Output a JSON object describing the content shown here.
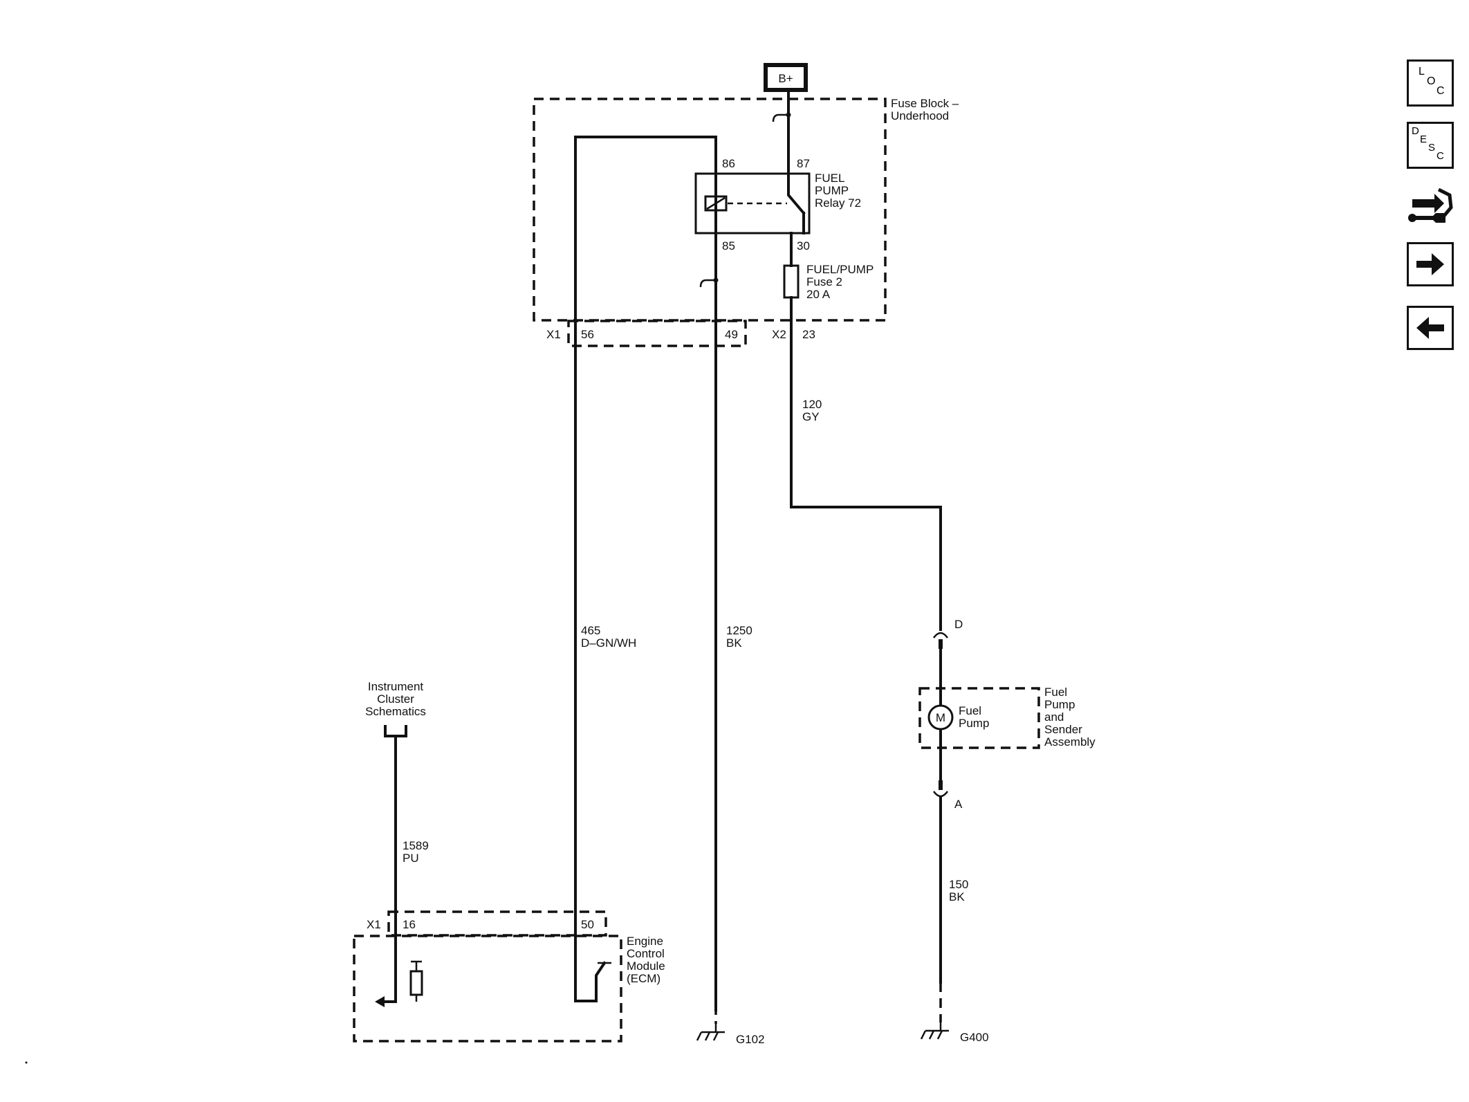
{
  "power": {
    "source_label": "B+"
  },
  "fuse_block": {
    "title_line1": "Fuse Block –",
    "title_line2": "Underhood"
  },
  "relay": {
    "label_line1": "FUEL",
    "label_line2": "PUMP",
    "label_line3": "Relay 72",
    "pin_86": "86",
    "pin_87": "87",
    "pin_85": "85",
    "pin_30": "30"
  },
  "fuse": {
    "label_line1": "FUEL/PUMP",
    "label_line2": "Fuse 2",
    "label_line3": "20 A"
  },
  "connectors": {
    "fb_x1": "X1",
    "fb_x1_pin56": "56",
    "fb_x1_pin49": "49",
    "fb_x2": "X2",
    "fb_x2_pin23": "23",
    "ecm_x1": "X1",
    "ecm_pin16": "16",
    "ecm_pin50": "50",
    "pump_d": "D",
    "pump_a": "A"
  },
  "wires": {
    "w120_num": "120",
    "w120_color": "GY",
    "w465_num": "465",
    "w465_color": "D–GN/WH",
    "w1250_num": "1250",
    "w1250_color": "BK",
    "w1589_num": "1589",
    "w1589_color": "PU",
    "w150_num": "150",
    "w150_color": "BK"
  },
  "instrument_cluster": {
    "line1": "Instrument",
    "line2": "Cluster",
    "line3": "Schematics"
  },
  "ecm": {
    "line1": "Engine",
    "line2": "Control",
    "line3": "Module",
    "line4": "(ECM)"
  },
  "fuel_pump": {
    "motor_symbol": "M",
    "label_line1": "Fuel",
    "label_line2": "Pump",
    "assembly_line1": "Fuel",
    "assembly_line2": "Pump",
    "assembly_line3": "and",
    "assembly_line4": "Sender",
    "assembly_line5": "Assembly"
  },
  "grounds": {
    "g102": "G102",
    "g400": "G400"
  },
  "nav_buttons": [
    {
      "name": "loc-button",
      "icon": "loc-icon"
    },
    {
      "name": "desc-button",
      "icon": "desc-icon"
    },
    {
      "name": "connector-tool-button",
      "icon": "connector-wrench-icon"
    },
    {
      "name": "next-button",
      "icon": "arrow-right-icon"
    },
    {
      "name": "previous-button",
      "icon": "arrow-left-icon"
    }
  ],
  "nav_text": {
    "loc_l": "L",
    "loc_o": "O",
    "loc_c": "C",
    "desc_d": "D",
    "desc_e": "E",
    "desc_s": "S",
    "desc_c": "C"
  }
}
